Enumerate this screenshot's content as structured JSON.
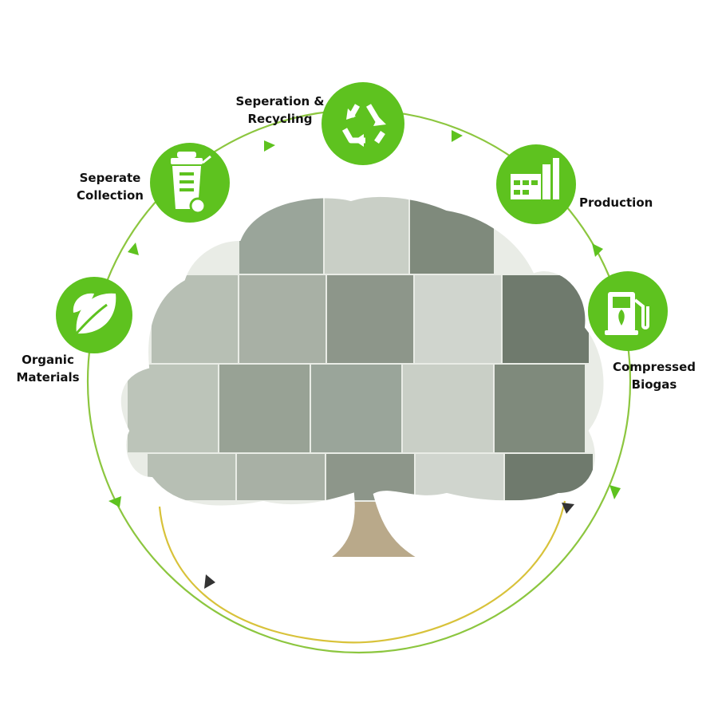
{
  "diagram": {
    "title": "",
    "colors": {
      "accent_green": "#5ec21f",
      "cycle_line": "#8cc63f",
      "inner_arc": "#d8c23a",
      "arrow_dark": "#333333"
    },
    "stages": [
      {
        "id": "organic",
        "label": "Organic\nMaterials",
        "icon": "leaf-icon"
      },
      {
        "id": "collection",
        "label": "Seperate\nCollection",
        "icon": "waste-bin-icon"
      },
      {
        "id": "recycling",
        "label": "Seperation &\nRecycling",
        "icon": "recycle-icon"
      },
      {
        "id": "production",
        "label": "Production",
        "icon": "factory-icon"
      },
      {
        "id": "biogas",
        "label": "Compressed\nBiogas",
        "icon": "fuel-pump-icon"
      }
    ],
    "collage": {
      "shape": "tree",
      "photos": [
        "pipeline-photo",
        "plant-tower-photo",
        "plant-structure-photo",
        "person-at-laptop-photo",
        "storage-tank-photo",
        "man-at-valve-photo",
        "digester-dome-photo",
        "team-group-photo",
        "worker-group-photo",
        "man-with-pipe-photo",
        "steel-tower-photo",
        "man-at-control-panel-photo",
        "stack-tower-photo",
        "machinery-photo",
        "shed-photo",
        "road-trees-photo",
        "building-photo",
        "conveyor-photo"
      ]
    }
  }
}
